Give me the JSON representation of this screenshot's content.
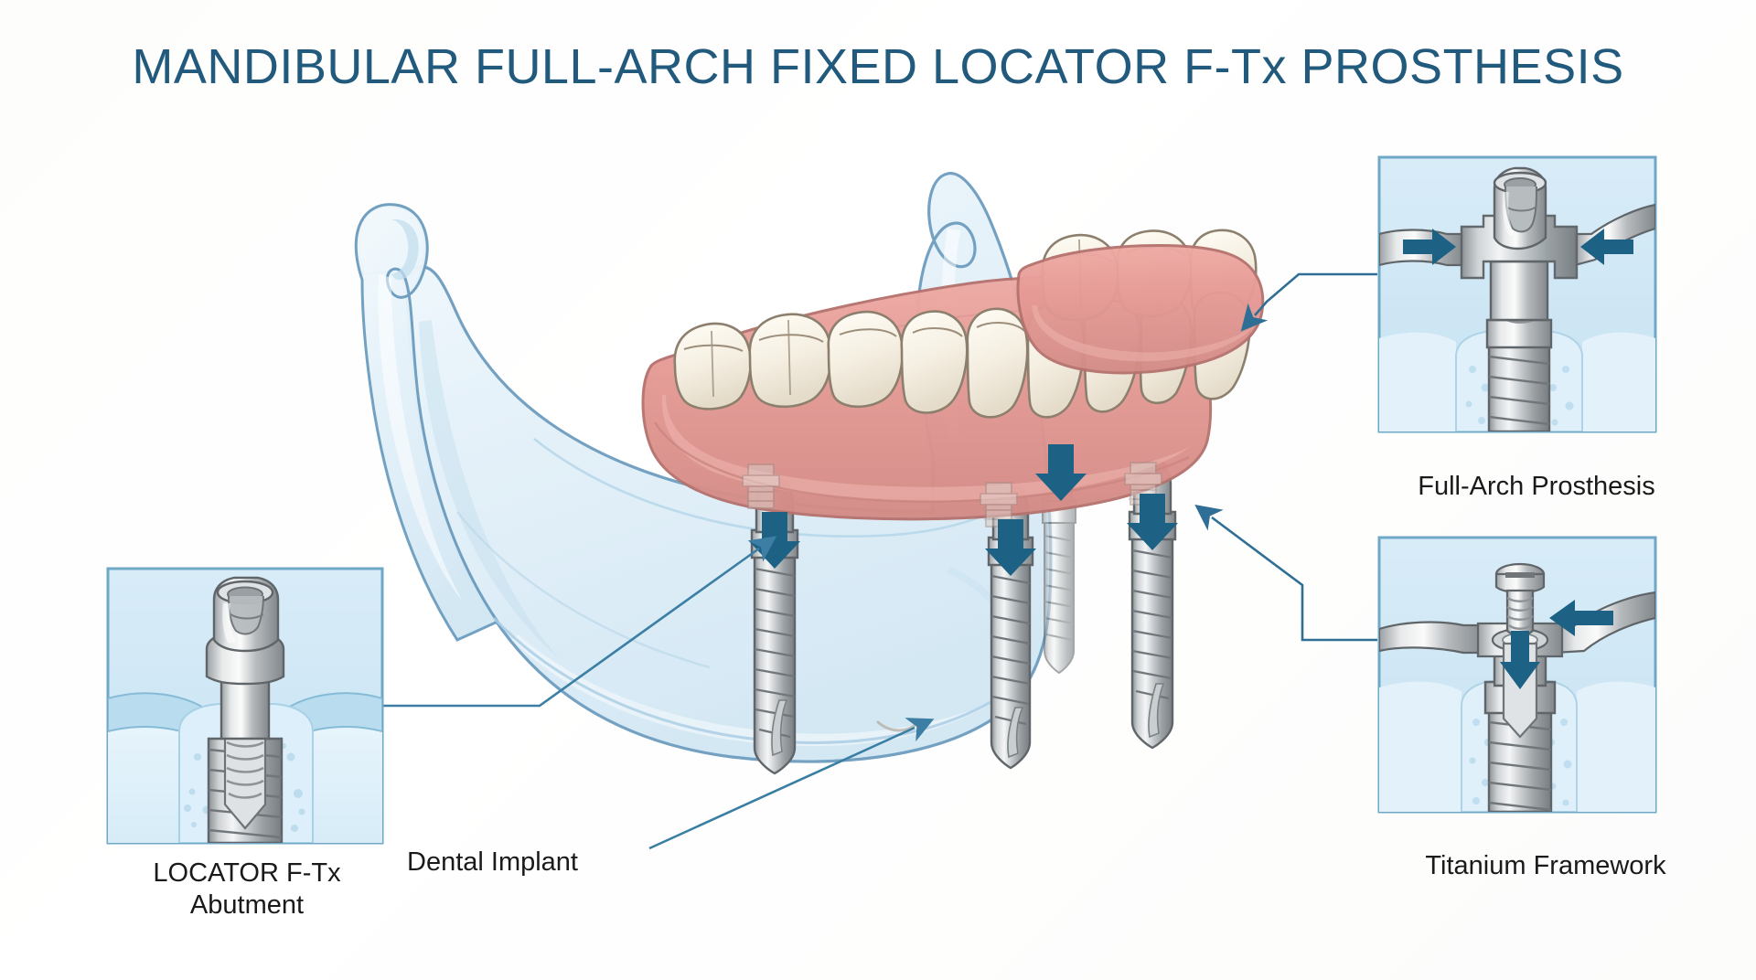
{
  "title": "MANDIBULAR FULL-ARCH FIXED LOCATOR F-Tx PROSTHESIS",
  "labels": {
    "locator_abutment": "LOCATOR F-Tx\nAbutment",
    "dental_implant": "Dental Implant",
    "full_arch_prosthesis": "Full-Arch Prosthesis",
    "titanium_framework": "Titanium Framework"
  },
  "colors": {
    "title": "#215a7d",
    "arrow": "#1d6185",
    "leader_line": "#3d7fa4",
    "inset_border": "#6fa8c6",
    "inset_fill": "#cfe6f4",
    "bone": "#e8f3fa",
    "bone_outline": "#6f9ec0",
    "gingiva": "#e79b96",
    "gingiva_outline": "#b5736f",
    "tooth": "#f5f0e4",
    "tooth_outline": "#8d7f6d",
    "metal_light": "#f2f3f4",
    "metal_mid": "#b9bcbe",
    "metal_dark": "#7e8386",
    "caption": "#1a1a1a",
    "background": "#ffffff"
  },
  "insets": [
    {
      "id": "inset-locator-abutment",
      "caption": "LOCATOR F-Tx\nAbutment",
      "position": "left",
      "depicts": "locator-f-tx-abutment-cross-section-in-bone"
    },
    {
      "id": "inset-full-arch-prosthesis",
      "caption": "Full-Arch Prosthesis",
      "position": "top-right",
      "depicts": "framework-snapping-onto-abutment",
      "arrows": [
        "arrow-right",
        "arrow-left"
      ]
    },
    {
      "id": "inset-titanium-framework",
      "caption": "Titanium Framework",
      "position": "bottom-right",
      "depicts": "prosthetic-screw-into-framework",
      "arrows": [
        "arrow-left",
        "arrow-down"
      ]
    }
  ],
  "main_illustration": {
    "mandible": "transparent-mandible-bone",
    "prosthesis": "full-arch-denture-with-pink-gingiva-and-teeth",
    "implant_count": 4,
    "seating_arrow_count": 4,
    "seating_arrow_direction": "down"
  }
}
